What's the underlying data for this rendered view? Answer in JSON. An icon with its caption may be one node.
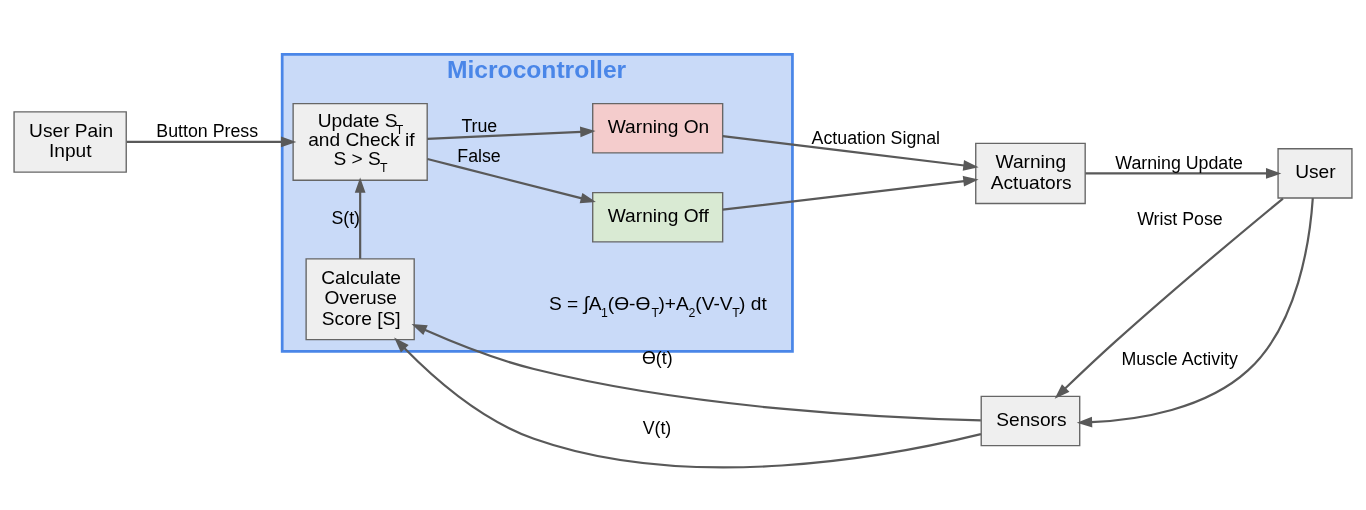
{
  "diagram": {
    "nodes": [
      {
        "text": [
          "Microcontroller"
        ]
      },
      {
        "text": [
          "User Pain Input"
        ]
      },
      {
        "text": [
          "Update S$_{T}$ and Check if S > S$_{T}$"
        ],
        "in": 0
      },
      {
        "text": [
          "Warning On"
        ],
        "in": 0
      },
      {
        "text": [
          "Warning Off"
        ],
        "in": 0
      },
      {
        "text": [
          "Calculate Overuse Score [S]"
        ],
        "in": 0
      },
      {
        "text": [
          "Warning Actuators"
        ]
      },
      {
        "text": [
          "User"
        ]
      },
      {
        "text": [
          "Sensors"
        ]
      }
    ],
    "edges": [
      {
        "from": 1,
        "to": 2,
        "arrow": "to",
        "label": "Button Press"
      },
      {
        "from": 2,
        "to": 3,
        "arrow": "to",
        "label": "True"
      },
      {
        "from": 2,
        "to": 4,
        "arrow": "to",
        "label": "False"
      },
      {
        "from": 3,
        "to": 6,
        "arrow": "to",
        "label": "Actuation Signal"
      },
      {
        "from": 4,
        "to": 6,
        "arrow": "to"
      },
      {
        "from": 6,
        "to": 7,
        "arrow": "to",
        "label": "Warning Update"
      },
      {
        "from": 5,
        "to": 2,
        "arrow": "to",
        "label": "S(t)"
      },
      {
        "from": 7,
        "to": 8,
        "arrow": "to",
        "label": "Wrist Pose"
      },
      {
        "from": 7,
        "to": 8,
        "arrow": "to",
        "label": "Muscle Activity"
      },
      {
        "from": 8,
        "to": 5,
        "arrow": "to",
        "label": "ϴ(t)"
      },
      {
        "from": 8,
        "to": 5,
        "arrow": "to",
        "label": "V(t)"
      }
    ],
    "labels": [
      "S = ∫A$_{1}$(ϴ-ϴ$_{T}$)+A$_{2}$(V-V$_{T}$) dt"
    ]
  }
}
